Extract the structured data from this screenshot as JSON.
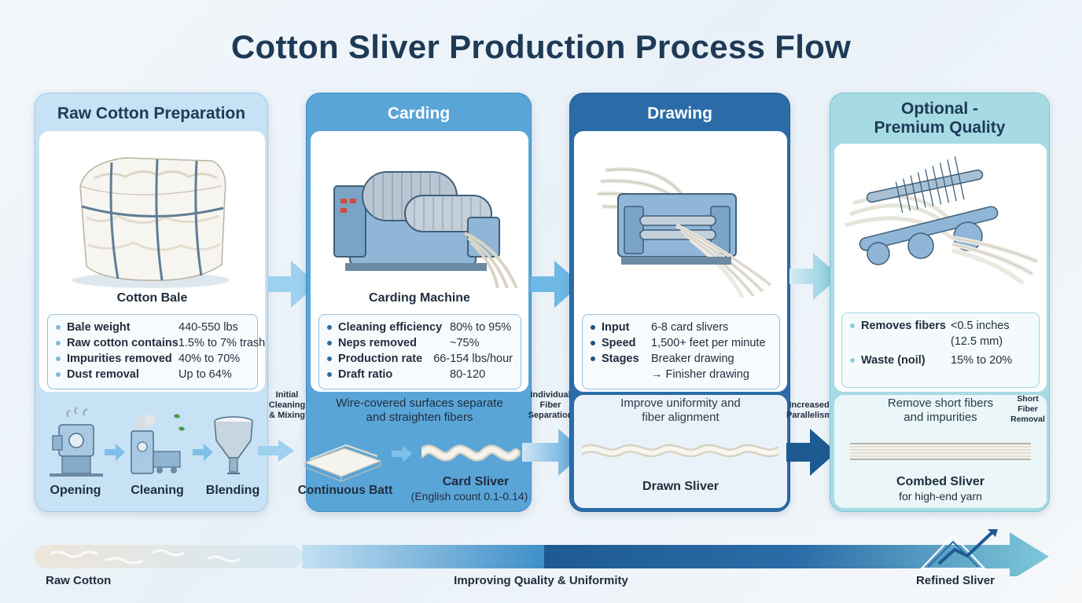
{
  "title": "Cotton Sliver Production Process Flow",
  "stages": {
    "raw": {
      "title": "Raw Cotton Preparation",
      "caption": "Cotton Bale",
      "specs": [
        {
          "k": "Bale weight",
          "v": "440-550 lbs"
        },
        {
          "k": "Raw cotton contains",
          "v": "1.5% to 7% trash"
        },
        {
          "k": "Impurities removed",
          "v": "40% to 70%"
        },
        {
          "k": "Dust removal",
          "v": "Up to 64%"
        }
      ],
      "steps": [
        "Opening",
        "Cleaning",
        "Blending"
      ]
    },
    "carding": {
      "title": "Carding",
      "caption": "Carding Machine",
      "specs": [
        {
          "k": "Cleaning efficiency",
          "v": "80% to 95%"
        },
        {
          "k": "Neps removed",
          "v": "~75%"
        },
        {
          "k": "Production rate",
          "v": "66-154 lbs/hour"
        },
        {
          "k": "Draft ratio",
          "v": "80-120"
        }
      ],
      "desc_line1": "Wire-covered surfaces separate",
      "desc_line2": "and straighten fibers",
      "batt_label": "Continuous Batt",
      "sliver_label": "Card Sliver",
      "sliver_sub": "(English count 0.1-0.14)"
    },
    "drawing": {
      "title": "Drawing",
      "specs": [
        {
          "k": "Input",
          "v": "6-8 card slivers"
        },
        {
          "k": "Speed",
          "v": "1,500+ feet per minute"
        },
        {
          "k": "Stages",
          "v": "Breaker drawing"
        },
        {
          "k": "",
          "v": "→ Finisher drawing"
        }
      ],
      "desc_line1": "Improve uniformity and",
      "desc_line2": "fiber alignment",
      "sliver_label": "Drawn Sliver"
    },
    "optional": {
      "title_line1": "Optional -",
      "title_line2": "Premium Quality",
      "specs": [
        {
          "k": "Removes fibers",
          "v": "<0.5 inches"
        },
        {
          "k": "",
          "v": "(12.5 mm)"
        },
        {
          "k": "Waste (noil)",
          "v": "15% to 20%"
        }
      ],
      "desc_line1": "Remove short fibers",
      "desc_line2": "and impurities",
      "sliver_label": "Combed Sliver",
      "sliver_sub": "for high-end yarn"
    }
  },
  "transitions": {
    "t1": [
      "Initial",
      "Cleaning",
      "& Mixing"
    ],
    "t2": [
      "Individual",
      "Fiber",
      "Separation"
    ],
    "t3": [
      "Increased",
      "Parallelism"
    ],
    "t4": [
      "Short",
      "Fiber",
      "Removal"
    ]
  },
  "bottom_bar": {
    "left": "Raw Cotton",
    "middle": "Improving Quality & Uniformity",
    "right": "Refined Sliver"
  },
  "colors": {
    "title": "#1e3a56",
    "raw_frame": "#bcdcf2",
    "carding_frame": "#5aa5d8",
    "drawing_frame": "#2b6ca8",
    "optional_frame": "#9fd6e0"
  }
}
